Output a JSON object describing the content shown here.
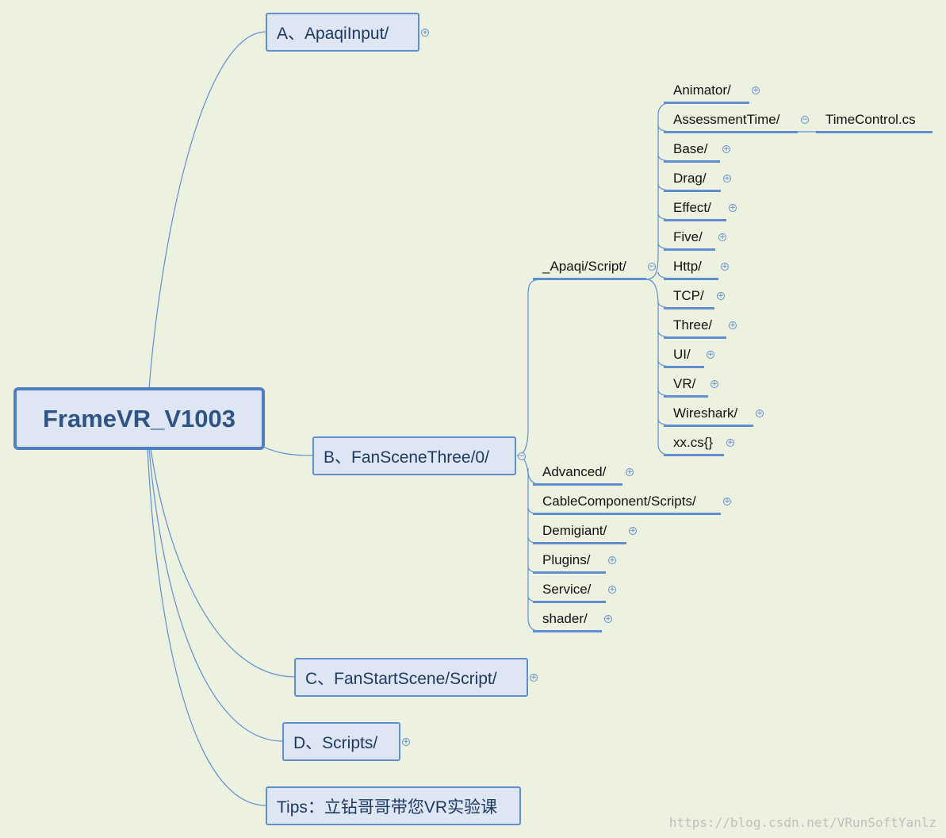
{
  "central": {
    "label": "FrameVR_V1003"
  },
  "branches": {
    "a": {
      "label": "A、ApaqiInput/",
      "toggle": "+"
    },
    "b": {
      "label": "B、FanSceneThree/0/",
      "toggle": "−"
    },
    "c": {
      "label": "C、FanStartScene/Script/",
      "toggle": "+"
    },
    "d": {
      "label": "D、Scripts/",
      "toggle": "+"
    },
    "tips": {
      "label": "Tips：立钻哥哥带您VR实验课"
    }
  },
  "b_children": {
    "apaqi_script": {
      "label": "_Apaqi/Script/",
      "toggle": "−"
    },
    "advanced": {
      "label": "Advanced/",
      "toggle": "+"
    },
    "cable": {
      "label": "CableComponent/Scripts/",
      "toggle": "+"
    },
    "demigiant": {
      "label": "Demigiant/",
      "toggle": "+"
    },
    "plugins": {
      "label": "Plugins/",
      "toggle": "+"
    },
    "service": {
      "label": "Service/",
      "toggle": "+"
    },
    "shader": {
      "label": "shader/",
      "toggle": "+"
    }
  },
  "script_children": {
    "animator": {
      "label": "Animator/",
      "toggle": "+"
    },
    "assessment": {
      "label": "AssessmentTime/",
      "toggle": "−"
    },
    "base": {
      "label": "Base/",
      "toggle": "+"
    },
    "drag": {
      "label": "Drag/",
      "toggle": "+"
    },
    "effect": {
      "label": "Effect/",
      "toggle": "+"
    },
    "five": {
      "label": "Five/",
      "toggle": "+"
    },
    "http": {
      "label": "Http/",
      "toggle": "+"
    },
    "tcp": {
      "label": "TCP/",
      "toggle": "+"
    },
    "three": {
      "label": "Three/",
      "toggle": "+"
    },
    "ui": {
      "label": "UI/",
      "toggle": "+"
    },
    "vr": {
      "label": "VR/",
      "toggle": "+"
    },
    "wireshark": {
      "label": "Wireshark/",
      "toggle": "+"
    },
    "xxcs": {
      "label": "xx.cs{}",
      "toggle": "+"
    }
  },
  "assessment_children": {
    "timecontrol": {
      "label": "TimeControl.cs"
    }
  },
  "watermark": {
    "text": "https://blog.csdn.net/VRunSoftYanlz"
  },
  "colors": {
    "background": "#edf1e0",
    "line": "#5f8fd0",
    "node_fill": "#dfe6f3",
    "central_border": "#4f7fc3"
  }
}
